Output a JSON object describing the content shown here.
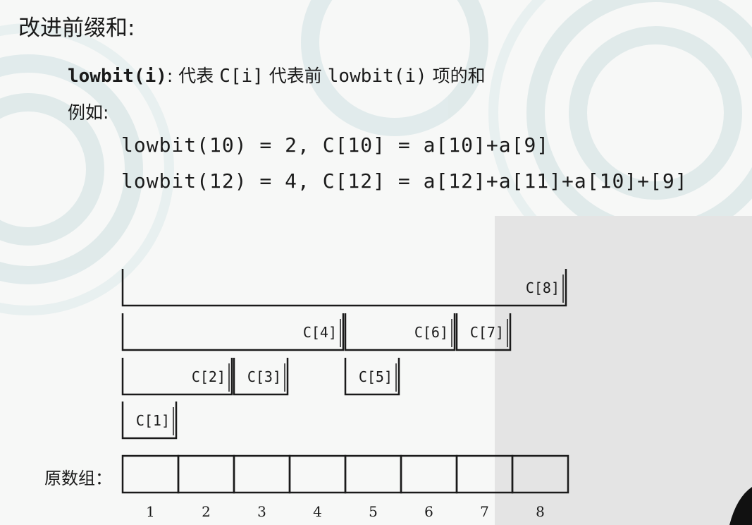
{
  "title": "改进前缀和:",
  "definition": {
    "term": "lowbit(i)",
    "colon": ":",
    "text_a": " 代表 ",
    "code_a": "C[i]",
    "text_b": " 代表前 ",
    "code_b": "lowbit(i)",
    "text_c": " 项的和"
  },
  "example_label": "例如:",
  "examples": [
    "lowbit(10) = 2, C[10] = a[10]+a[9]",
    "lowbit(12) = 4, C[12] = a[12]+a[11]+a[10]+[9]"
  ],
  "tree": {
    "nodes": [
      {
        "label": "C[1]",
        "start": 1,
        "end": 1,
        "level": 0
      },
      {
        "label": "C[2]",
        "start": 1,
        "end": 2,
        "level": 1
      },
      {
        "label": "C[3]",
        "start": 3,
        "end": 3,
        "level": 1
      },
      {
        "label": "C[5]",
        "start": 5,
        "end": 5,
        "level": 1
      },
      {
        "label": "C[4]",
        "start": 1,
        "end": 4,
        "level": 2
      },
      {
        "label": "C[6]",
        "start": 5,
        "end": 6,
        "level": 2
      },
      {
        "label": "C[7]",
        "start": 7,
        "end": 7,
        "level": 2
      },
      {
        "label": "C[8]",
        "start": 1,
        "end": 8,
        "level": 3
      }
    ],
    "array_label": "原数组：",
    "indices": [
      "1",
      "2",
      "3",
      "4",
      "5",
      "6",
      "7",
      "8"
    ]
  },
  "colors": {
    "ink": "#1a1a1a",
    "background": "#f7f8f7",
    "decoration": "#dde8e8",
    "photo": "#e6e6e6"
  }
}
